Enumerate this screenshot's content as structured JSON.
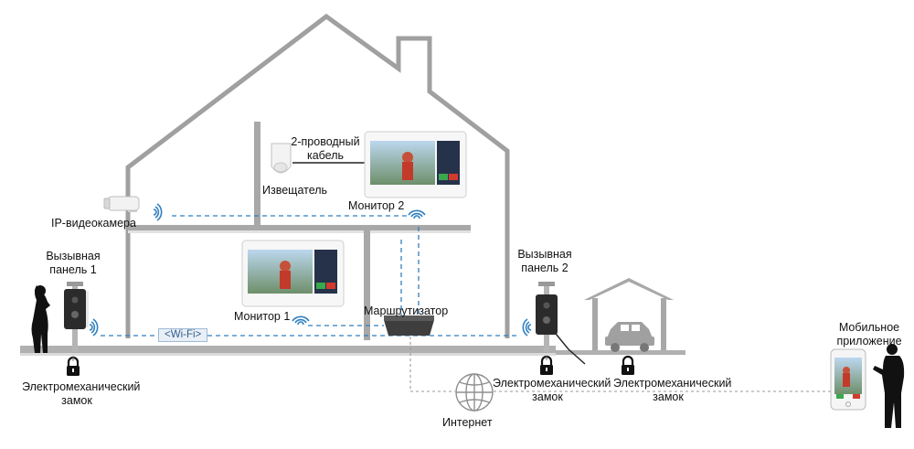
{
  "labels": {
    "camera": "IP-видеокамера",
    "panel1_l1": "Вызывная",
    "panel1_l2": "панель 1",
    "panel2_l1": "Вызывная",
    "panel2_l2": "панель 2",
    "cable_l1": "2-проводный",
    "cable_l2": "кабель",
    "detector": "Извещатель",
    "monitor1": "Монитор 1",
    "monitor2": "Монитор 2",
    "router": "Маршрутизатор",
    "wifi": "<Wi-Fi>",
    "internet": "Интернет",
    "mobile_l1": "Мобильное",
    "mobile_l2": "приложение",
    "lock1_l1": "Электромеханический",
    "lock1_l2": "замок",
    "lock2_l1": "Электромеханический",
    "lock2_l2": "замок",
    "lock3_l1": "Электромеханический",
    "lock3_l2": "замок"
  },
  "colors": {
    "house_outline": "#9a9a9a",
    "link_blue": "#2f7fc1",
    "device_white": "#f4f4f4",
    "device_dark": "#2a2a2a",
    "silhouette": "#111111"
  },
  "icons": [
    "wifi-icon",
    "lock-icon",
    "globe-icon",
    "car-icon",
    "person-icon",
    "camera-icon",
    "detector-icon"
  ]
}
